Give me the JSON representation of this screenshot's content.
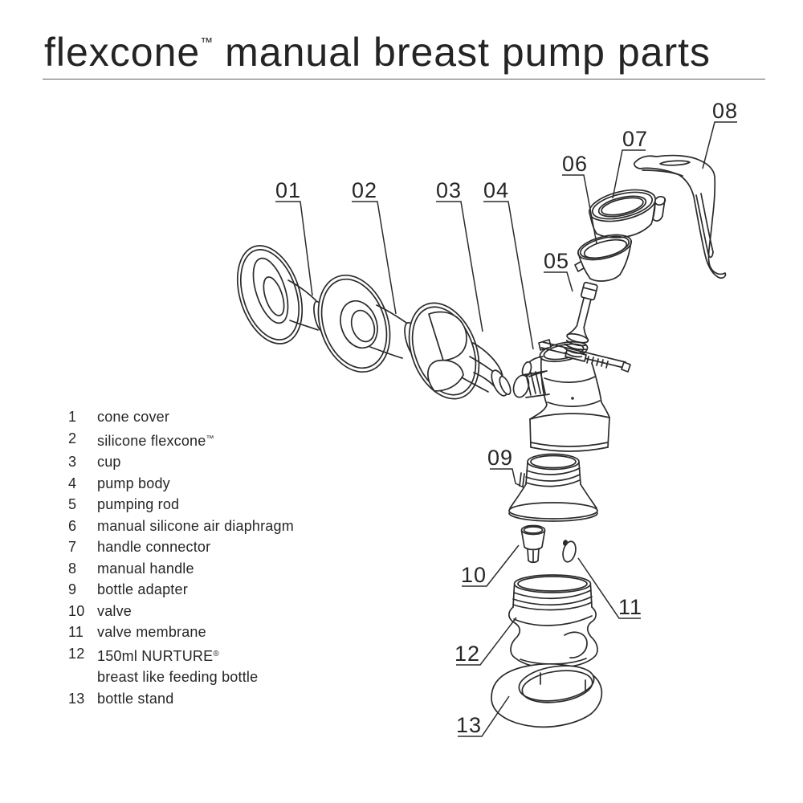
{
  "title": {
    "brand": "flexcone",
    "brand_mark": "™",
    "rest": "manual breast pump parts"
  },
  "colors": {
    "line": "#2b2b2b",
    "text": "#232323",
    "background": "#ffffff"
  },
  "parts_list": {
    "items": [
      {
        "num": "1",
        "label": "cone cover"
      },
      {
        "num": "2",
        "label": "silicone flexcone",
        "mark": "™"
      },
      {
        "num": "3",
        "label": "cup"
      },
      {
        "num": "4",
        "label": "pump body"
      },
      {
        "num": "5",
        "label": "pumping rod"
      },
      {
        "num": "6",
        "label": "manual silicone air diaphragm"
      },
      {
        "num": "7",
        "label": "handle connector"
      },
      {
        "num": "8",
        "label": "manual handle"
      },
      {
        "num": "9",
        "label": "bottle adapter"
      },
      {
        "num": "10",
        "label": "valve"
      },
      {
        "num": "11",
        "label": "valve membrane"
      },
      {
        "num": "12",
        "label": "150ml NURTURE",
        "mark": "®",
        "label_line2": "breast like feeding bottle"
      },
      {
        "num": "13",
        "label": "bottle stand"
      }
    ]
  },
  "diagram": {
    "callouts": [
      {
        "id": "01"
      },
      {
        "id": "02"
      },
      {
        "id": "03"
      },
      {
        "id": "04"
      },
      {
        "id": "05"
      },
      {
        "id": "06"
      },
      {
        "id": "07"
      },
      {
        "id": "08"
      },
      {
        "id": "09"
      },
      {
        "id": "10"
      },
      {
        "id": "11"
      },
      {
        "id": "12"
      },
      {
        "id": "13"
      }
    ]
  }
}
